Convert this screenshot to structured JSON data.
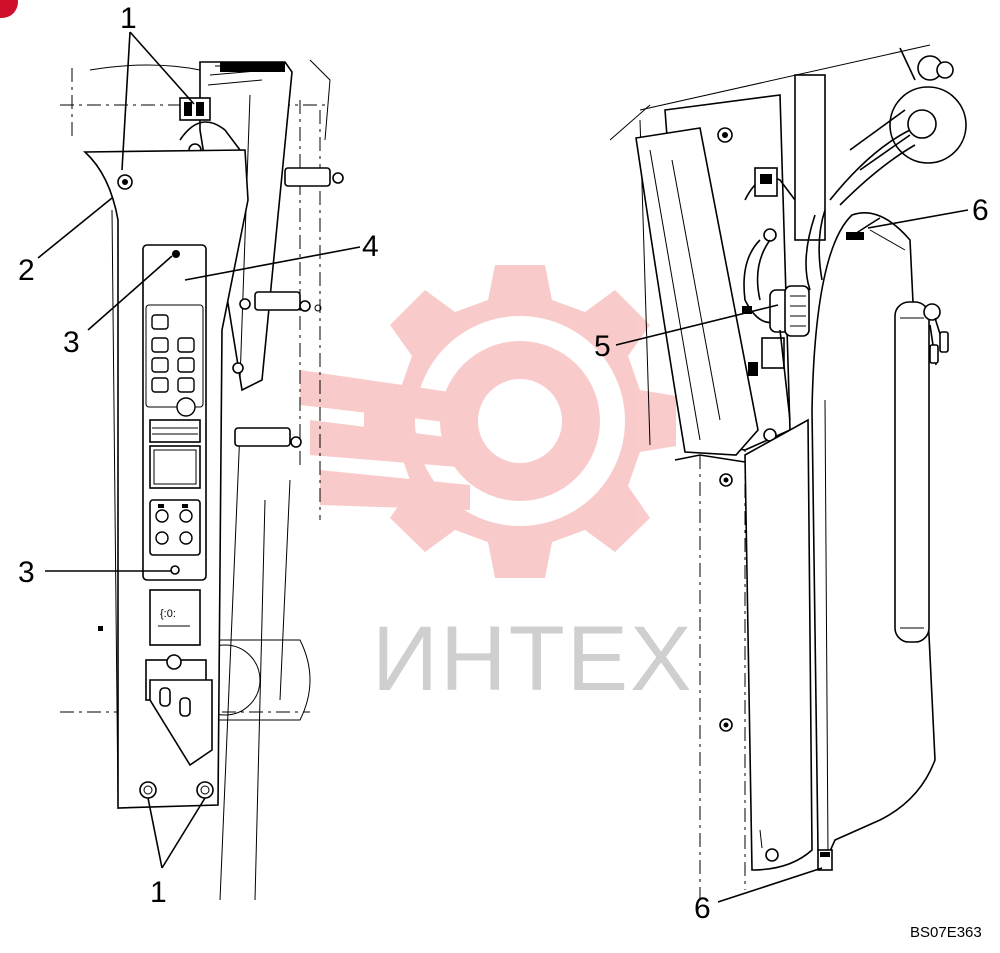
{
  "callouts": {
    "c1_top": "1",
    "c1_bottom": "1",
    "c2": "2",
    "c3_upper": "3",
    "c3_lower": "3",
    "c4": "4",
    "c5": "5",
    "c6_top": "6",
    "c6_bottom": "6"
  },
  "watermark": {
    "text": "ИНТЕХ",
    "color": "#f08080"
  },
  "drawing_code": "BS07E363",
  "colors": {
    "line": "#000000",
    "background": "#ffffff",
    "corner_mark": "#d0102a"
  }
}
